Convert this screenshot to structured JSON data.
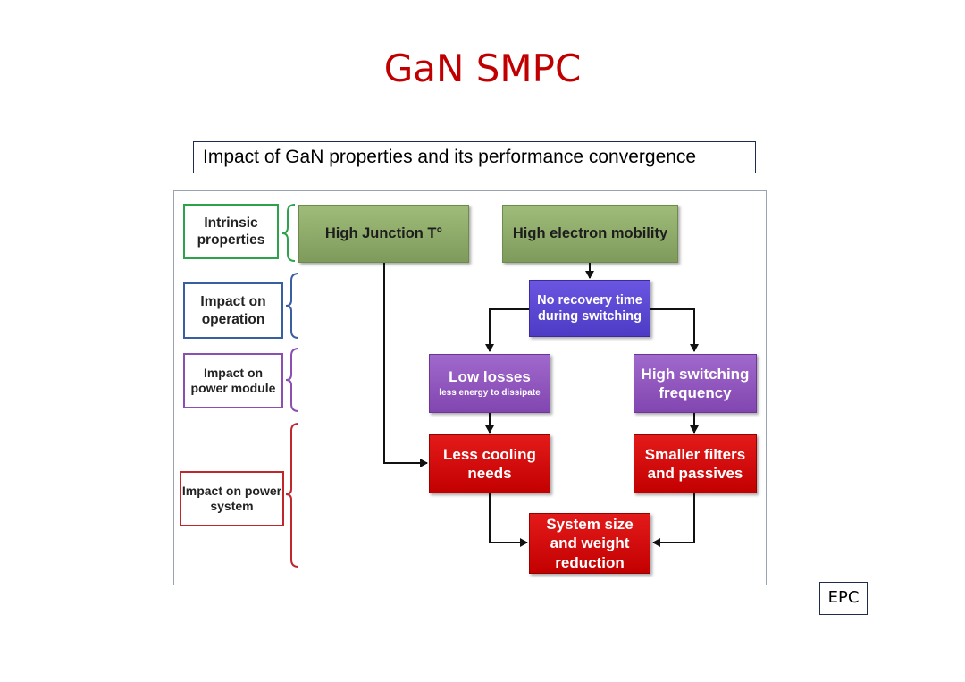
{
  "slide": {
    "title": "GaN SMPC",
    "subtitle": "Impact of GaN properties and its performance convergence",
    "credit": "EPC"
  },
  "side_labels": {
    "intrinsic": "Intrinsic properties",
    "operation": "Impact on operation",
    "power_module": "Impact on power module",
    "power_system": "Impact on power system"
  },
  "nodes": {
    "high_junction": "High Junction T°",
    "high_mobility": "High electron mobility",
    "no_recovery": "No recovery time during switching",
    "low_losses": "Low losses",
    "low_losses_sub": "less energy to dissipate",
    "high_switching": "High switching frequency",
    "less_cooling": "Less cooling needs",
    "smaller_filters": "Smaller filters and passives",
    "system_size": "System size and weight reduction"
  },
  "colors": {
    "title": "#c00000",
    "intrinsic": "#2ca24a",
    "operation": "#3a5fa0",
    "power_module": "#8a4fb0",
    "power_system": "#c0272d"
  }
}
